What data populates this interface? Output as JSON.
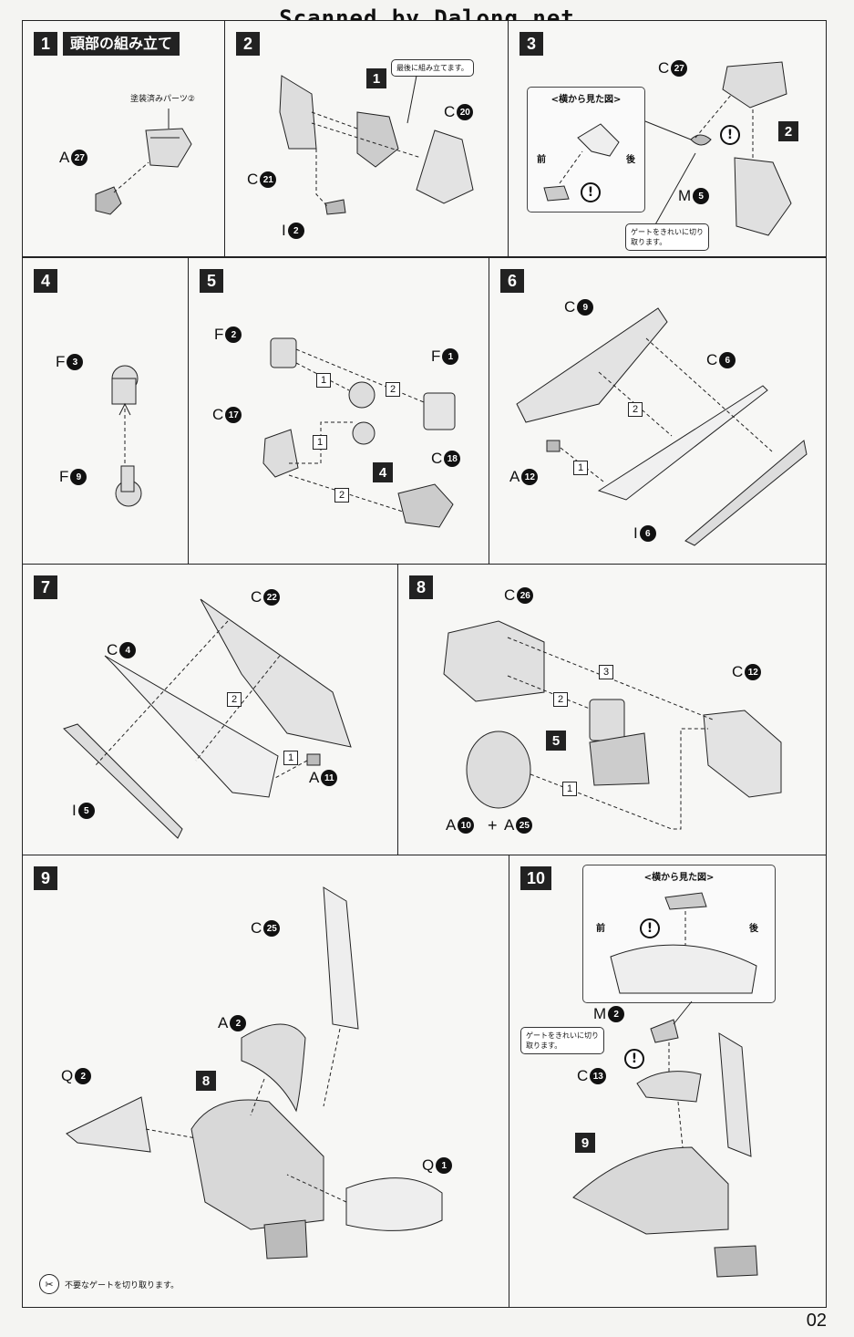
{
  "watermark": "Scanned by Dalong.net",
  "page_number": "02",
  "steps": [
    {
      "num": "1",
      "title": "頭部の組み立て",
      "note": "塗装済みパーツ②",
      "parts": [
        {
          "letter": "A",
          "num": "27"
        }
      ]
    },
    {
      "num": "2",
      "note": "最後に組み立てます。",
      "parts": [
        {
          "letter": "C",
          "num": "20"
        },
        {
          "letter": "C",
          "num": "21"
        },
        {
          "letter": "I",
          "num": "2"
        }
      ],
      "ref": "1"
    },
    {
      "num": "3",
      "inset_title": "<横から見た図>",
      "front": "前",
      "back": "後",
      "gate_note": "ゲートをきれいに切り取ります。",
      "parts": [
        {
          "letter": "C",
          "num": "27"
        },
        {
          "letter": "M",
          "num": "5"
        }
      ],
      "ref": "2"
    },
    {
      "num": "4",
      "parts": [
        {
          "letter": "F",
          "num": "3"
        },
        {
          "letter": "F",
          "num": "9"
        }
      ]
    },
    {
      "num": "5",
      "parts": [
        {
          "letter": "F",
          "num": "2"
        },
        {
          "letter": "F",
          "num": "1"
        },
        {
          "letter": "C",
          "num": "17"
        },
        {
          "letter": "C",
          "num": "18"
        }
      ],
      "ref": "4",
      "order": [
        "1",
        "2",
        "1",
        "2"
      ]
    },
    {
      "num": "6",
      "parts": [
        {
          "letter": "C",
          "num": "9"
        },
        {
          "letter": "C",
          "num": "6"
        },
        {
          "letter": "A",
          "num": "12"
        },
        {
          "letter": "I",
          "num": "6"
        }
      ],
      "order": [
        "2",
        "1"
      ]
    },
    {
      "num": "7",
      "parts": [
        {
          "letter": "C",
          "num": "22"
        },
        {
          "letter": "C",
          "num": "4"
        },
        {
          "letter": "A",
          "num": "11"
        },
        {
          "letter": "I",
          "num": "5"
        }
      ],
      "order": [
        "2",
        "1"
      ]
    },
    {
      "num": "8",
      "parts": [
        {
          "letter": "C",
          "num": "26"
        },
        {
          "letter": "C",
          "num": "12"
        },
        {
          "letter": "A",
          "num": "10"
        },
        {
          "letter": "A",
          "num": "25"
        }
      ],
      "ref": "5",
      "order": [
        "3",
        "2",
        "1"
      ],
      "plus": "+"
    },
    {
      "num": "9",
      "parts": [
        {
          "letter": "C",
          "num": "25"
        },
        {
          "letter": "A",
          "num": "2"
        },
        {
          "letter": "Q",
          "num": "2"
        },
        {
          "letter": "Q",
          "num": "1"
        }
      ],
      "ref": "8"
    },
    {
      "num": "10",
      "inset_title": "<横から見た図>",
      "front": "前",
      "back": "後",
      "gate_note": "ゲートをきれいに切り取ります。",
      "parts": [
        {
          "letter": "M",
          "num": "2"
        },
        {
          "letter": "C",
          "num": "13"
        }
      ],
      "ref": "9"
    }
  ],
  "footnote": "不要なゲートを切り取ります。",
  "colors": {
    "ink": "#111111",
    "paper": "#f4f4f2"
  }
}
